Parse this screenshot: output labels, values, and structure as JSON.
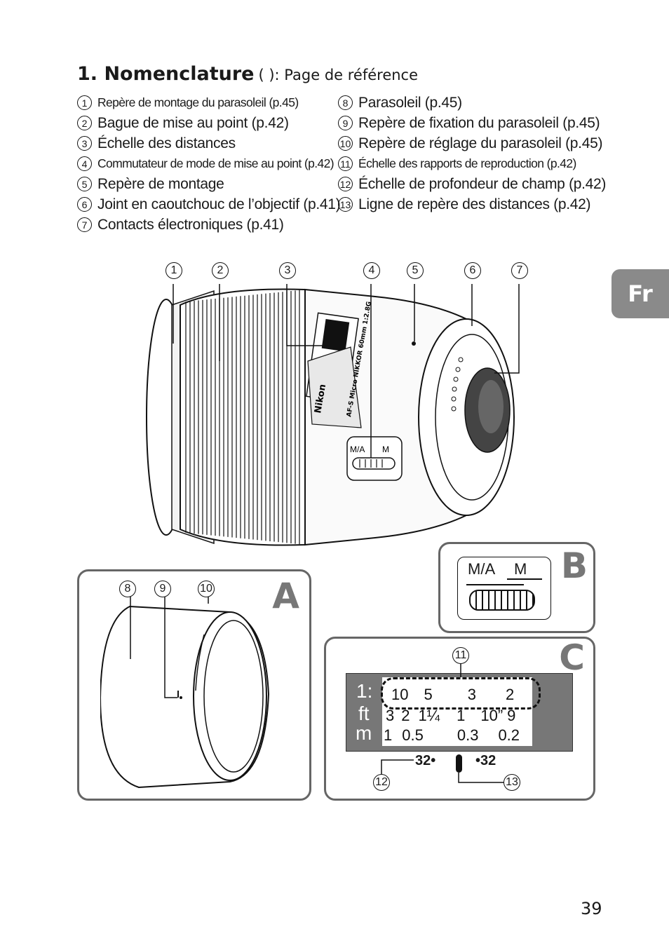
{
  "section": {
    "number_title": "1. Nomenclature",
    "reference_note": "( ): Page de référence"
  },
  "left_items": [
    {
      "num": "1",
      "label": "Repère de montage du parasoleil (p.45)",
      "small": true
    },
    {
      "num": "2",
      "label": "Bague de mise au point (p.42)",
      "small": false
    },
    {
      "num": "3",
      "label": "Échelle des distances",
      "small": false
    },
    {
      "num": "4",
      "label": "Commutateur de mode de mise au point (p.42)",
      "small": true
    },
    {
      "num": "5",
      "label": "Repère de montage",
      "small": false
    },
    {
      "num": "6",
      "label": "Joint en caoutchouc de l’objectif (p.41)",
      "small": false
    },
    {
      "num": "7",
      "label": "Contacts électroniques (p.41)",
      "small": false
    }
  ],
  "right_items": [
    {
      "num": "8",
      "label": "Parasoleil (p.45)",
      "small": false
    },
    {
      "num": "9",
      "label": "Repère de fixation du parasoleil (p.45)",
      "small": false
    },
    {
      "num": "10",
      "label": "Repère de réglage du parasoleil (p.45)",
      "small": false
    },
    {
      "num": "11",
      "label": "Échelle des rapports de reproduction (p.42)",
      "small": true
    },
    {
      "num": "12",
      "label": "Échelle de profondeur de champ (p.42)",
      "small": false
    },
    {
      "num": "13",
      "label": "Ligne de repère des distances (p.42)",
      "small": false
    }
  ],
  "language_tab": "Fr",
  "page_number": "39",
  "lens": {
    "brand": "Nikon",
    "model_text": "AF-S Micro NIKKOR 60mm 1:2.8G",
    "switch_ma": "M/A",
    "switch_m": "M"
  },
  "callouts_top": [
    "1",
    "2",
    "3",
    "4",
    "5",
    "6",
    "7"
  ],
  "box_a": {
    "letter": "A",
    "callouts": [
      "8",
      "9",
      "10"
    ]
  },
  "box_b": {
    "letter": "B",
    "ma": "M/A",
    "m": "M"
  },
  "box_c": {
    "letter": "C",
    "units": [
      "1:",
      "ft",
      "m"
    ],
    "row_ratio": [
      "10",
      "5",
      "3",
      "2"
    ],
    "row_ft": [
      "3",
      "2",
      "1¼",
      "1",
      "10”",
      "9"
    ],
    "row_m": [
      "1",
      "0.5",
      "0.3",
      "0.2"
    ],
    "dof_left": "32",
    "dof_right": "32",
    "callouts": [
      "11",
      "12",
      "13"
    ]
  }
}
